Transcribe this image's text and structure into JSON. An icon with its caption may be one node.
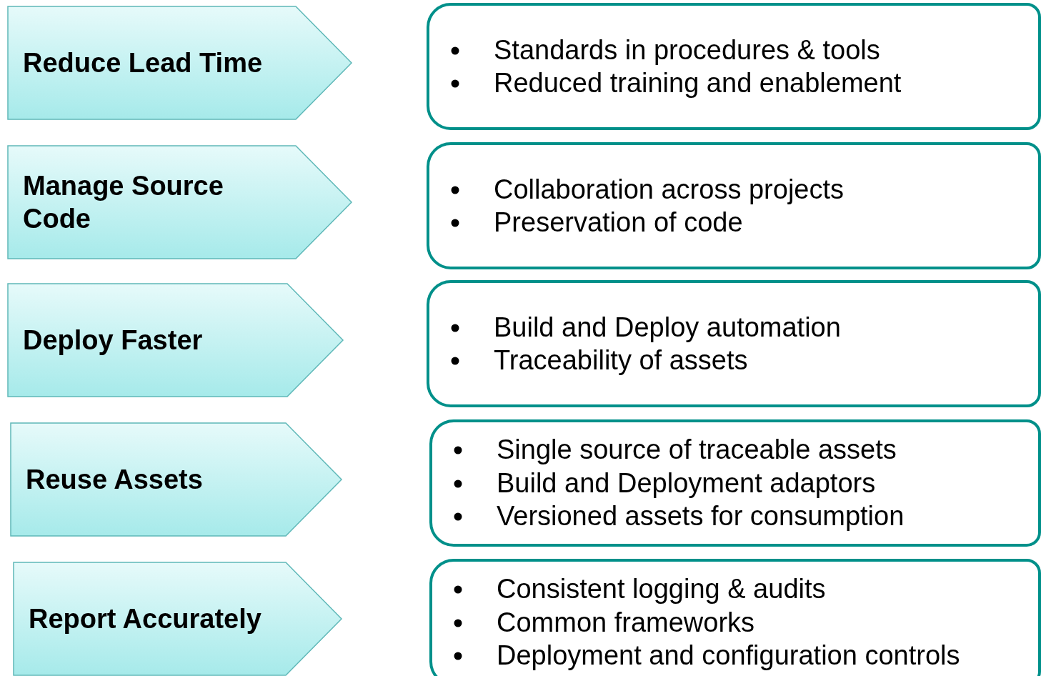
{
  "diagram": {
    "nodes": [
      {
        "text": [
          "Reduce Lead Time"
        ]
      },
      {
        "text": [
          "Standards in procedures & tools",
          "Reduced training and enablement"
        ]
      },
      {
        "text": [
          "Manage Source Code"
        ]
      },
      {
        "text": [
          "Collaboration across projects",
          "Preservation of code"
        ]
      },
      {
        "text": [
          "Deploy Faster"
        ]
      },
      {
        "text": [
          "Build and Deploy automation",
          "Traceability of assets"
        ]
      },
      {
        "text": [
          "Reuse Assets"
        ]
      },
      {
        "text": [
          "Single source of traceable assets",
          "Build and Deployment adaptors",
          "Versioned assets for consumption"
        ]
      },
      {
        "text": [
          "Report Accurately"
        ]
      },
      {
        "text": [
          "Consistent logging & audits",
          "Common frameworks",
          "Deployment and configuration controls"
        ]
      }
    ]
  }
}
